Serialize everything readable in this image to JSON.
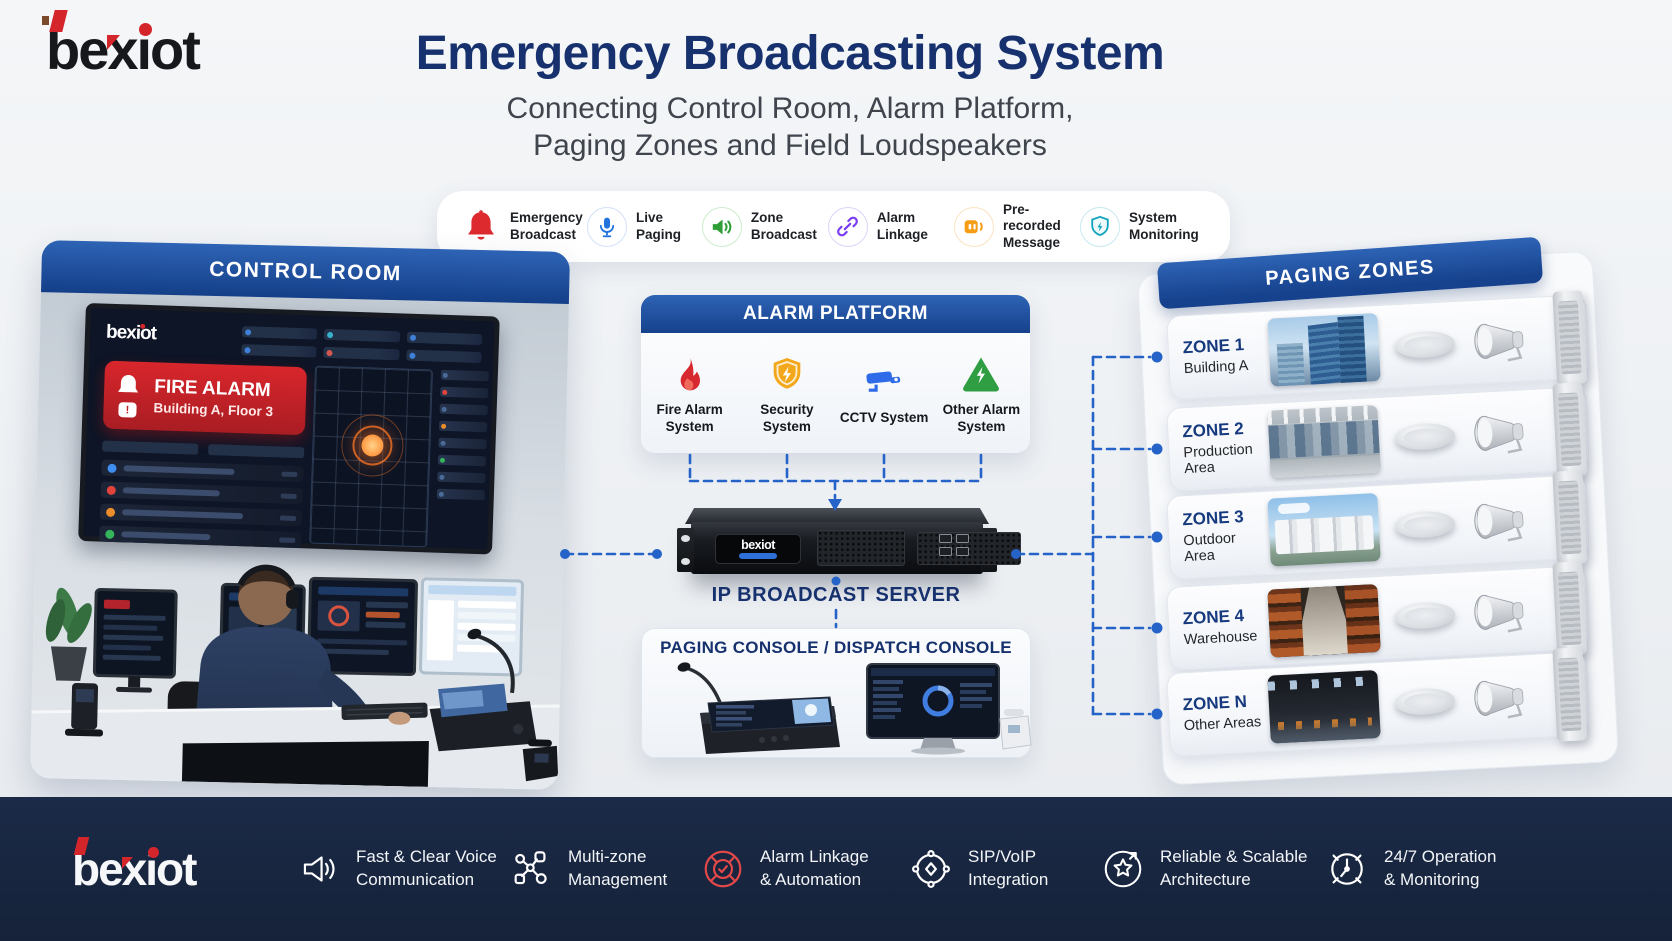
{
  "brand": {
    "name": "bexiot"
  },
  "header": {
    "title": "Emergency Broadcasting System",
    "subtitle1": "Connecting Control Room, Alarm Platform,",
    "subtitle2": "Paging Zones and Field Loudspeakers"
  },
  "top_features": [
    {
      "icon": "bell-icon",
      "label": "Emergency Broadcast"
    },
    {
      "icon": "microphone-icon",
      "label": "Live Paging"
    },
    {
      "icon": "speaker-icon",
      "label": "Zone Broadcast"
    },
    {
      "icon": "link-icon",
      "label": "Alarm Linkage"
    },
    {
      "icon": "message-icon",
      "label": "Pre-recorded Message"
    },
    {
      "icon": "shield-icon",
      "label": "System Monitoring"
    }
  ],
  "control_room": {
    "title": "CONTROL ROOM",
    "screen_brand": "bexiot",
    "alarm_title": "FIRE ALARM",
    "alarm_location": "Building A, Floor 3",
    "alarm_badge": "!"
  },
  "alarm_platform": {
    "title": "ALARM PLATFORM",
    "items": [
      {
        "icon": "flame-icon",
        "label": "Fire Alarm System"
      },
      {
        "icon": "shield-icon",
        "label": "Security System"
      },
      {
        "icon": "cctv-icon",
        "label": "CCTV System"
      },
      {
        "icon": "alert-triangle-icon",
        "label": "Other Alarm System"
      }
    ]
  },
  "server": {
    "label": "IP BROADCAST SERVER",
    "device_brand": "bexiot"
  },
  "console": {
    "title": "PAGING CONSOLE / DISPATCH CONSOLE"
  },
  "paging_zones": {
    "title": "PAGING ZONES",
    "zones": [
      {
        "name": "ZONE 1",
        "area": "Building A"
      },
      {
        "name": "ZONE 2",
        "area": "Production Area"
      },
      {
        "name": "ZONE 3",
        "area": "Outdoor Area"
      },
      {
        "name": "ZONE 4",
        "area": "Warehouse"
      },
      {
        "name": "ZONE N",
        "area": "Other Areas"
      }
    ]
  },
  "footer": {
    "brand": "bexiot",
    "items": [
      {
        "icon": "speaker-wave-icon",
        "line1": "Fast & Clear Voice",
        "line2": "Communication"
      },
      {
        "icon": "network-icon",
        "line1": "Multi-zone",
        "line2": "Management"
      },
      {
        "icon": "alarm-badge-icon",
        "line1": "Alarm Linkage",
        "line2": "& Automation"
      },
      {
        "icon": "sip-icon",
        "line1": "SIP/VoIP",
        "line2": "Integration"
      },
      {
        "icon": "architecture-icon",
        "line1": "Reliable & Scalable",
        "line2": "Architecture"
      },
      {
        "icon": "clock-icon",
        "line1": "24/7 Operation",
        "line2": "& Monitoring"
      }
    ]
  },
  "colors": {
    "banner_blue": "#1c4c9c",
    "navy_text": "#16316d",
    "dash_blue": "#2563c8",
    "alert_red": "#d4252b",
    "footer_bg": "#17243e"
  }
}
